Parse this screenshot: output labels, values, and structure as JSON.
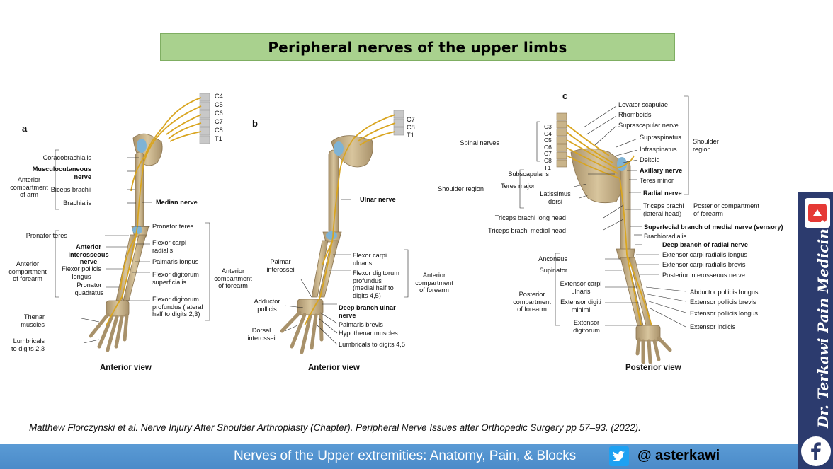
{
  "title": "Peripheral nerves of the upper limbs",
  "colors": {
    "title_bg": "#a9d18e",
    "footer_bg": "#5b9bd5",
    "sidebar_bg": "#2c3b6e",
    "nerve": "#d9a520",
    "bone": "#c9b48a"
  },
  "panels": {
    "a": {
      "letter": "a",
      "view": "Anterior view",
      "roots": [
        "C4",
        "C5",
        "C6",
        "C7",
        "C8",
        "T1"
      ],
      "labels": {
        "coracobrachialis": "Coracobrachialis",
        "musculocutaneous": "Musculocutaneous\nnerve",
        "anterior_arm": "Anterior\ncompartment\nof arm",
        "biceps": "Biceps brachii",
        "brachialis": "Brachialis",
        "median": "Median nerve",
        "pronator_teres_l": "Pronator teres",
        "ant_interosseous": "Anterior\ninterosseous\nnerve",
        "anterior_forearm_l": "Anterior\ncompartment\nof forearm",
        "fpl": "Flexor pollicis\nlongus",
        "pronator_quadratus": "Pronator\nquadratus",
        "thenar": "Thenar\nmuscles",
        "lumbricals": "Lumbricals\nto digits 2,3",
        "pronator_teres_r": "Pronator teres",
        "fcr": "Flexor carpi\nradialis",
        "palmaris_longus": "Palmaris longus",
        "fds": "Flexor digitorum\nsuperficialis",
        "fdp": "Flexor digitorum\nprofundus (lateral\nhalf to digits 2,3)",
        "anterior_forearm_r": "Anterior\ncompartment\nof forearm"
      }
    },
    "b": {
      "letter": "b",
      "view": "Anterior view",
      "roots": [
        "C7",
        "C8",
        "T1"
      ],
      "labels": {
        "ulnar": "Ulnar nerve",
        "fcu": "Flexor carpi\nulnaris",
        "fdp": "Flexor digitorum\nprofundus\n(medial half to\ndigits 4,5)",
        "anterior_forearm": "Anterior\ncompartment\nof forearm",
        "palmar_interossei": "Palmar\ninterossei",
        "adductor_pollicis": "Adductor\npollicis",
        "deep_ulnar": "Deep branch ulnar\nnerve",
        "palmaris_brevis": "Palmaris brevis",
        "hypothenar": "Hypothenar muscles",
        "dorsal_interossei": "Dorsal\ninterossei",
        "lumbricals": "Lumbricals to digits 4,5"
      }
    },
    "c": {
      "letter": "c",
      "view": "Posterior view",
      "roots": [
        "C3",
        "C4",
        "C5",
        "C6",
        "C7",
        "C8",
        "T1"
      ],
      "labels": {
        "levator": "Levator scapulae",
        "rhomboids": "Rhomboids",
        "suprascapular": "Suprascapular nerve",
        "supraspinatus": "Supraspinatus",
        "infraspinatus": "Infraspinatus",
        "deltoid": "Deltoid",
        "shoulder_region_r": "Shoulder\nregion",
        "spinal_nerves": "Spinal nerves",
        "subscapularis": "Subscapularis",
        "teres_major": "Teres major",
        "latissimus": "Latissimus\ndorsi",
        "shoulder_region_l": "Shoulder region",
        "axillary": "Axillary nerve",
        "teres_minor": "Teres minor",
        "radial": "Radial nerve",
        "triceps_lateral": "Triceps brachi\n(lateral head)",
        "post_arm": "Posterior compartment\nof forearm",
        "triceps_long": "Triceps brachi long head",
        "triceps_medial": "Triceps brachi medial head",
        "superficial": "Superfecial branch of medial nerve (sensory)",
        "brachioradialis": "Brachioradialis",
        "deep_radial": "Deep branch of radial nerve",
        "ecrl": "Extensor carpi radialis longus",
        "ecrb": "Extensor carpi radialis brevis",
        "post_interosseous": "Posterior interosseous nerve",
        "anconeus": "Anconeus",
        "supinator": "Supinator",
        "ecu": "Extensor carpi\nulnaris",
        "edm": "Extensor digiti\nminimi",
        "ed": "Extensor\ndigitorum",
        "post_forearm": "Posterior\ncompartment\nof forearm",
        "apl": "Abductor pollicis longus",
        "epb": "Extensor pollicis brevis",
        "epl": "Extensor pollicis longus",
        "ei": "Extensor indicis"
      }
    }
  },
  "citation": "Matthew Florczynski et al. Nerve Injury After Shoulder Arthroplasty (Chapter). Peripheral Nerve Issues after Orthopedic Surgery pp 57–93. (2022).",
  "footer": {
    "text": "Nerves of the Upper extremities: Anatomy, Pain, & Blocks",
    "handle": "@ asterkawi"
  },
  "sidebar": {
    "author": "Dr. Terkawi Pain Medicine"
  },
  "icons": [
    "twitter-icon",
    "youtube-icon",
    "facebook-icon"
  ]
}
